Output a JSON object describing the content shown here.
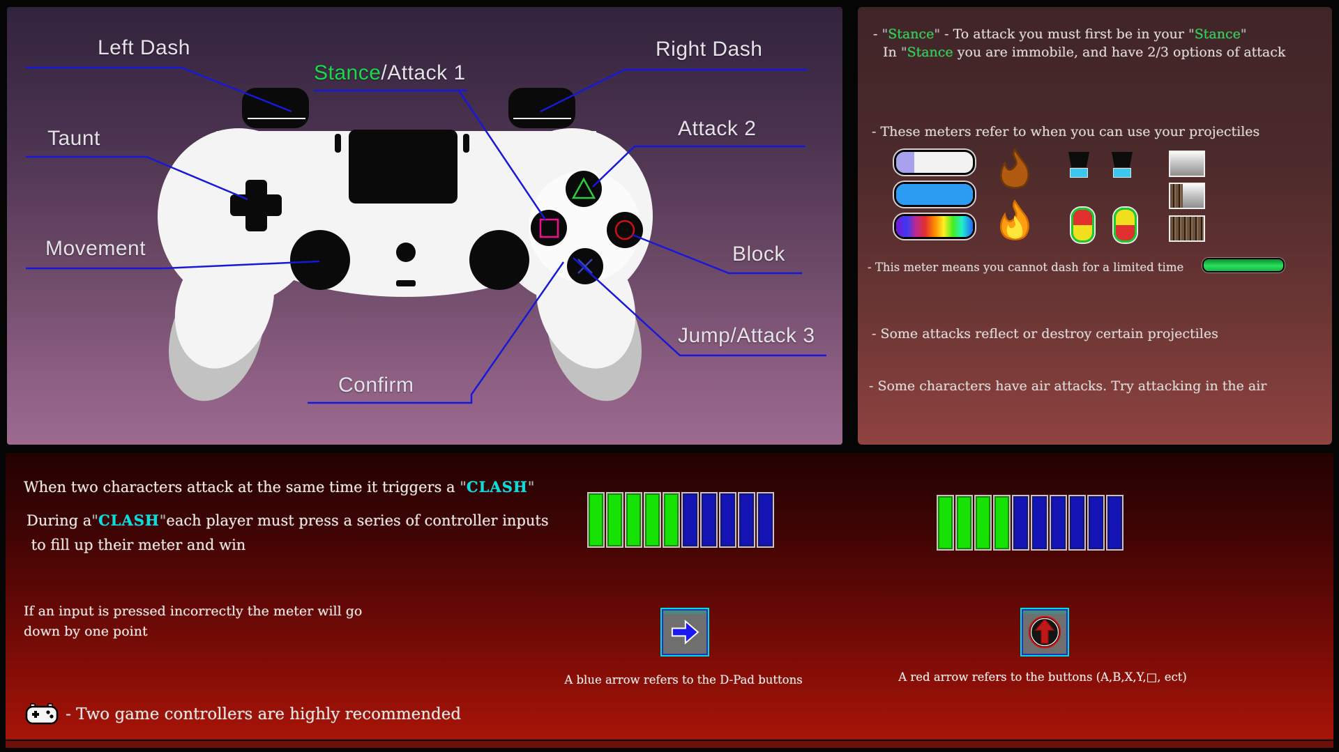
{
  "controller_panel": {
    "labels": {
      "left_dash": "Left Dash",
      "stance": "Stance",
      "stance_rest": "/Attack 1",
      "right_dash": "Right Dash",
      "taunt": "Taunt",
      "attack_2": "Attack 2",
      "movement": "Movement",
      "block": "Block",
      "jump_attack_3": "Jump/Attack 3",
      "confirm": "Confirm"
    }
  },
  "info_panel": {
    "stance_line": {
      "dash": "- ",
      "q": "\"",
      "stance1": "Stance",
      "mid": " - To attack you must first be in your ",
      "stance2": "Stance",
      "line2_pre": " In ",
      "stance3": "Stance",
      "line2_rest": " you are immobile, and have 2/3 options of attack"
    },
    "meters_line": "- These meters refer to when you can use your projectiles",
    "dash_meter_line": "- This meter means you cannot dash for a limited time",
    "reflect_line": "- Some attacks reflect or destroy certain projectiles",
    "air_line": "- Some characters have air attacks. Try attacking in the air"
  },
  "clash_section": {
    "line1_pre": "When two characters attack at the same time it triggers a ",
    "quote": "\"",
    "clash": "CLASH",
    "line2_pre": "During a",
    "line2_post": "each player must press a series of controller inputs",
    "line3": " to fill up their meter and win",
    "incorrect_line1": "If an input is pressed incorrectly the meter will go",
    "incorrect_line2": "down by one point",
    "blue_arrow_caption": "A blue arrow refers to the D-Pad buttons",
    "red_arrow_caption": "A red arrow refers to the buttons (A,B,X,Y,□, ect)",
    "controllers_note": "- Two game controllers are highly recommended"
  },
  "clash_meters": [
    {
      "name": "clash-meter-left",
      "segments": 10,
      "filled": 5
    },
    {
      "name": "clash-meter-right",
      "segments": 10,
      "filled": 4
    }
  ],
  "colors": {
    "clash_text": "#00e0e0",
    "stance_text": "#19d948",
    "meter_filled": "#16e303",
    "meter_unfilled": "#1414b4",
    "label_line": "#1818d8"
  }
}
